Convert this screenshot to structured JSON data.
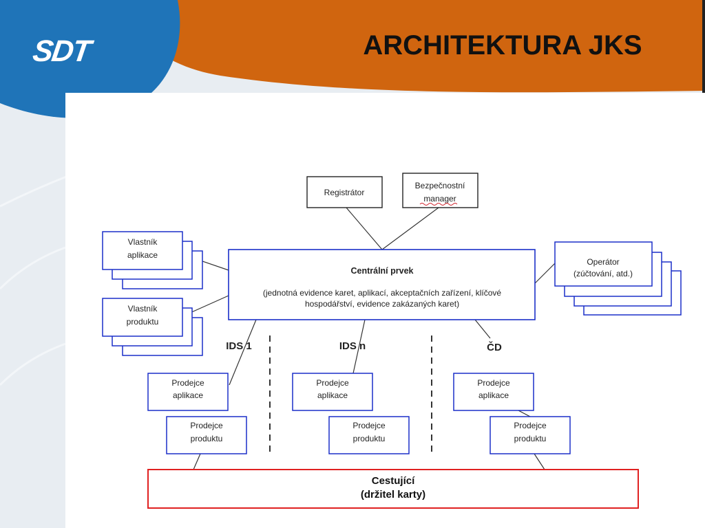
{
  "header": {
    "title": "ARCHITEKTURA JKS",
    "logo_text": "SDT",
    "colors": {
      "banner": "#d0650f",
      "logo_circle": "#1f74b8",
      "background": "#e8edf2"
    }
  },
  "diagram": {
    "registrator": "Registrátor",
    "security_manager": [
      "Bezpečnostní",
      "manager"
    ],
    "central": {
      "title": "Centrální prvek",
      "desc_line1": "(jednotná evidence karet, aplikací, akceptačních zařízení, klíčové",
      "desc_line2": "hospodářství, evidence zakázaných karet)"
    },
    "app_owner": [
      "Vlastník",
      "aplikace"
    ],
    "product_owner": [
      "Vlastník",
      "produktu"
    ],
    "operator": [
      "Operátor",
      "(zúčtování, atd.)"
    ],
    "sections": [
      "IDS 1",
      "IDS n",
      "ČD"
    ],
    "app_seller": [
      "Prodejce",
      "aplikace"
    ],
    "product_seller": [
      "Prodejce",
      "produktu"
    ],
    "traveler": [
      "Cestující",
      "(držitel karty)"
    ]
  }
}
